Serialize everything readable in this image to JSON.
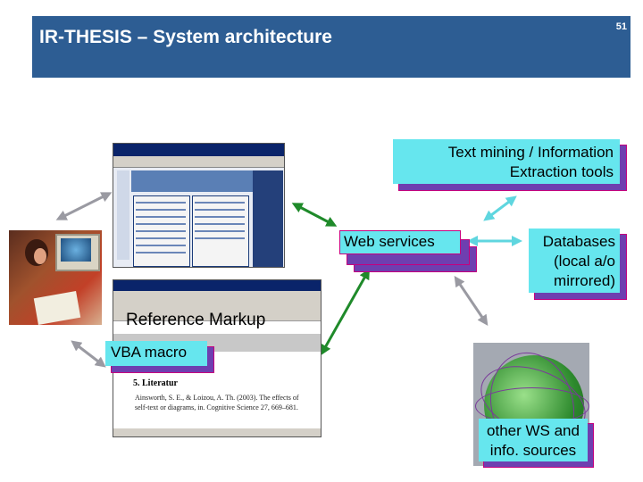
{
  "header": {
    "title": "IR-THESIS – System architecture",
    "slide_number": "51"
  },
  "boxes": {
    "text_mining": "Text mining / Information Extraction tools",
    "web_services": "Web services",
    "databases": "Databases (local a/o mirrored)",
    "vba_macro": "VBA macro",
    "other_ws": "other WS and info. sources"
  },
  "word_screenshot": {
    "heading": "Reference Markup",
    "section": "5.  Literatur",
    "citation": "Ainsworth, S. E., & Loizou, A. Th. (2003). The effects of self-text or diagrams, in. Cognitive Science 27, 669–681."
  },
  "colors": {
    "header_bg": "#2d5d93",
    "box_cyan": "#66e6ee",
    "box_magenta": "#c6007e",
    "box_shadow": "#6e3fb0",
    "arrow_green": "#1f8a2a",
    "arrow_cyan": "#5fd6df",
    "arrow_gray": "#9a9aa2"
  }
}
